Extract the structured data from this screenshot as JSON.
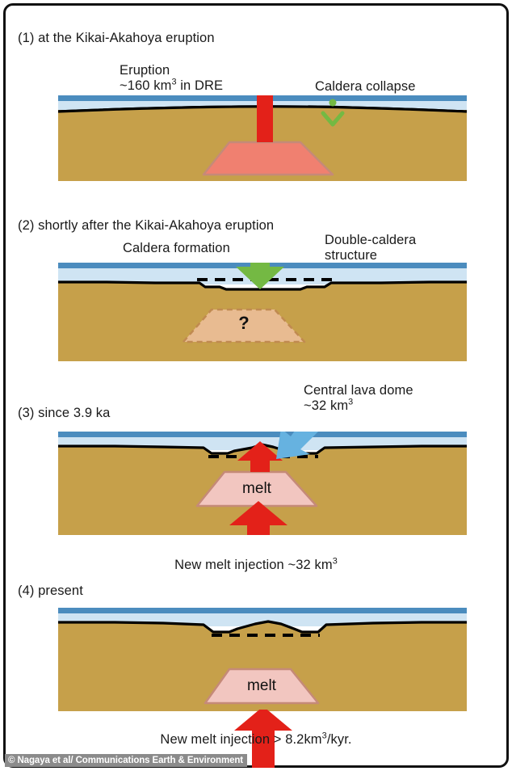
{
  "figure": {
    "credit": "© Nagaya et al/ Communications Earth & Environment",
    "colors": {
      "water_deep": "#4b8cbe",
      "water_shallow": "#cfe4f3",
      "crust": "#c6a04a",
      "seafloor_line": "#000000",
      "magma_red": "#f08070",
      "magma_red_border": "#c58a78",
      "melt_pink": "#f2c6c0",
      "melt_pink_border": "#c58a78",
      "unknown_chamber": "#e8bb91",
      "unknown_chamber_border": "#c08a50",
      "arrow_red": "#e32119",
      "arrow_green": "#74b943",
      "arrow_blue": "#66b2e0",
      "frame": "#111111",
      "credit_bar": "#8b8b8b"
    }
  },
  "panels": [
    {
      "id": "panel-1",
      "title": "(1) at the Kikai-Akahoya eruption",
      "annotations": [
        {
          "name": "eruption-label",
          "line1": "Eruption",
          "line2_pre": "~160 km",
          "line2_sup": "3",
          "line2_post": " in DRE"
        },
        {
          "name": "caldera-collapse-label",
          "text": "Caldera collapse"
        }
      ],
      "features": {
        "magma_chamber_label": "",
        "eruption_arrow": "up-red",
        "collapse_arrow": "dotted-green-down"
      }
    },
    {
      "id": "panel-2",
      "title": "(2) shortly after the Kikai-Akahoya eruption",
      "annotations": [
        {
          "name": "caldera-formation-label",
          "text": "Caldera formation"
        },
        {
          "name": "double-caldera-label",
          "line1": "Double-caldera",
          "line2": "structure"
        }
      ],
      "features": {
        "chamber_label": "?",
        "collapse_arrow": "down-green"
      }
    },
    {
      "id": "panel-3",
      "title": "(3) since 3.9 ka",
      "annotations": [
        {
          "name": "central-lava-dome-label",
          "line1": "Central lava dome",
          "line2_pre": "~32 km",
          "line2_sup": "3"
        },
        {
          "name": "new-melt-injection-label",
          "pre": "New melt injection ~32 km",
          "sup": "3",
          "post": ""
        }
      ],
      "features": {
        "chamber_label": "melt",
        "dome_arrow": "blue-diagonal",
        "injection_arrow": "up-red",
        "dome_arrow_small": "up-red-small"
      }
    },
    {
      "id": "panel-4",
      "title": "(4) present",
      "annotations": [
        {
          "name": "new-melt-injection-rate-label",
          "pre": "New melt injection > 8.2km",
          "sup": "3",
          "post": "/kyr."
        }
      ],
      "features": {
        "chamber_label": "melt",
        "injection_arrow": "up-red"
      }
    }
  ]
}
